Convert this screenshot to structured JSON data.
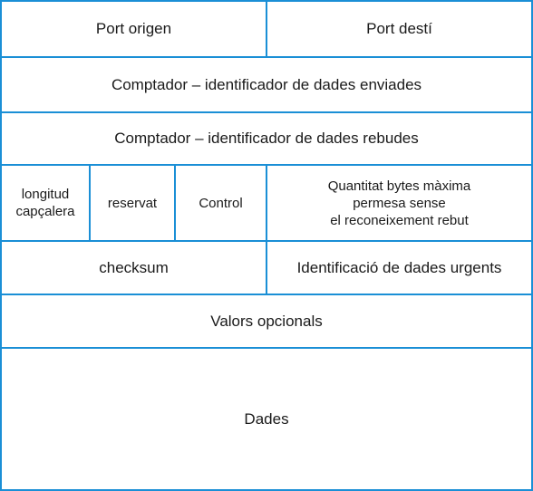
{
  "fields": {
    "port_origen": "Port origen",
    "port_desti": "Port destí",
    "comptador_enviades": "Comptador – identificador de dades enviades",
    "comptador_rebudes": "Comptador – identificador de dades rebudes",
    "longitud_capcalera": "longitud\ncapçalera",
    "reservat": "reservat",
    "control": "Control",
    "quantitat_bytes": "Quantitat bytes màxima\npermesa sense\nel reconeixement rebut",
    "checksum": "checksum",
    "identificacio_urgents": "Identificació de dades urgents",
    "valors_opcionals": "Valors opcionals",
    "dades": "Dades"
  },
  "colors": {
    "border": "#1a8fd6",
    "text": "#1a1a1a",
    "background": "#ffffff"
  }
}
